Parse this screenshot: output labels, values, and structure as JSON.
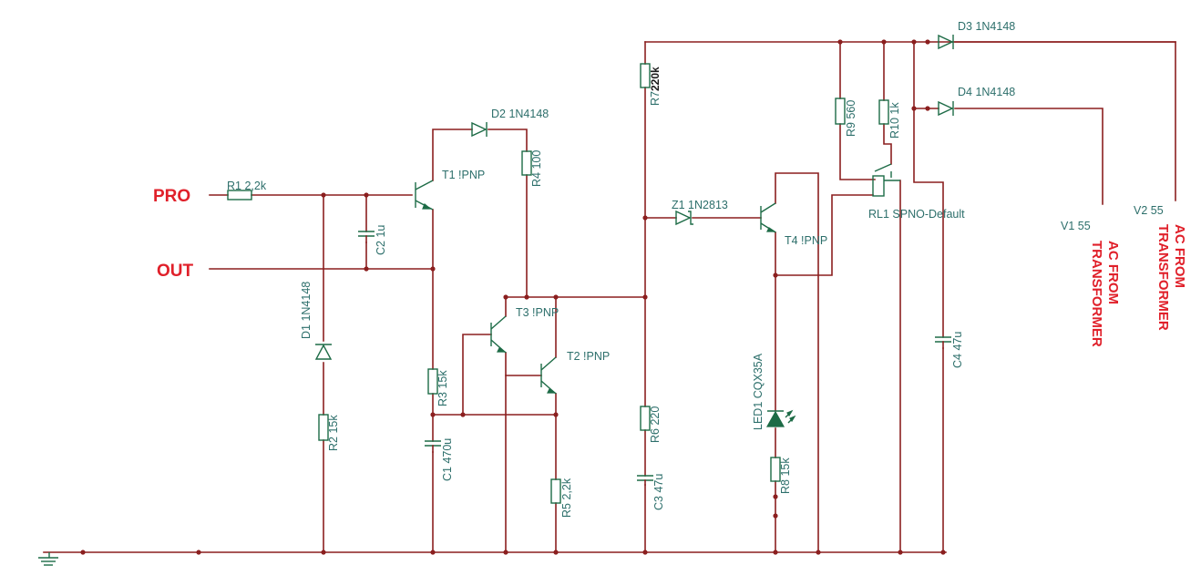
{
  "ports": {
    "pro": "PRO",
    "out": "OUT"
  },
  "components": {
    "r1": "R1 2,2k",
    "r2": "R2 15k",
    "r3": "R3 15k",
    "r4": "R4 100",
    "r5": "R5 2,2k",
    "r6": "R6 220",
    "r7_name": "R7",
    "r7_value": "220k",
    "r8": "R8 15k",
    "r9": "R9 560",
    "r10": "R10 1k",
    "c1": "C1 470u",
    "c2": "C2 1u",
    "c3": "C3 47u",
    "c4": "C4 47u",
    "d1": "D1 1N4148",
    "d2": "D2 1N4148",
    "d3": "D3 1N4148",
    "d4": "D4 1N4148",
    "z1": "Z1 1N2813",
    "t1": "T1 !PNP",
    "t2": "T2 !PNP",
    "t3": "T3 !PNP",
    "t4": "T4 !PNP",
    "led1": "LED1 CQX35A",
    "rl1": "RL1 SPNO-Default",
    "v1": "V1 55",
    "v2": "V2 55"
  },
  "notes": {
    "ac1_line1": "AC FROM",
    "ac1_line2": "TRANSFORMER",
    "ac2_line1": "AC FROM",
    "ac2_line2": "TRANSFORMER"
  },
  "colors": {
    "wire": "#8b1f1f",
    "component": "#1d6b46",
    "label": "#2d6f6b",
    "annotation": "#e0202a"
  }
}
